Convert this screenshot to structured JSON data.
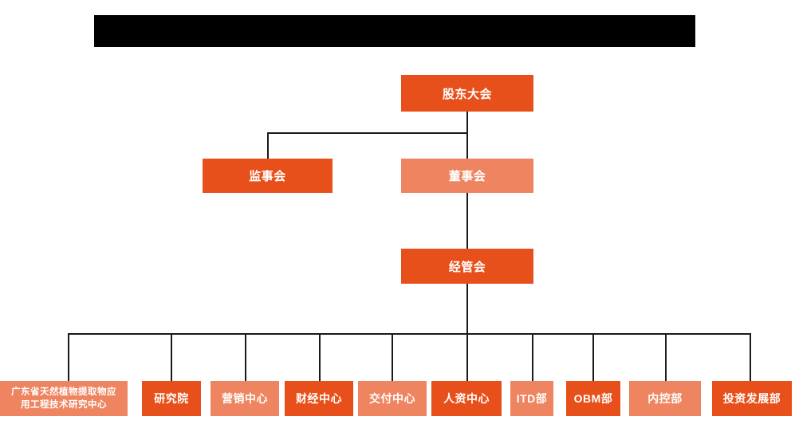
{
  "banner": {
    "text": "",
    "background": "#000000"
  },
  "colors": {
    "dark_orange": "#E8501B",
    "light_orange": "#EE8460",
    "line": "#1a1a1a",
    "background": "#ffffff",
    "text": "#ffffff"
  },
  "chart_data": {
    "type": "org-chart",
    "title": "",
    "orientation": "top-down",
    "levels": 4
  },
  "nodes": {
    "shareholders_meeting": {
      "label": "股东大会",
      "tone": "dark"
    },
    "board_of_supervisors": {
      "label": "监事会",
      "tone": "dark"
    },
    "board_of_directors": {
      "label": "董事会",
      "tone": "light"
    },
    "management_committee": {
      "label": "经管会",
      "tone": "dark"
    }
  },
  "departments": [
    {
      "label": "广东省天然植物提取物应用工程技术研究中心",
      "line1": "广东省天然植物提取物应",
      "line2": "用工程技术研究中心",
      "tone": "light"
    },
    {
      "label": "研究院",
      "tone": "dark"
    },
    {
      "label": "营销中心",
      "tone": "light"
    },
    {
      "label": "财经中心",
      "tone": "dark"
    },
    {
      "label": "交付中心",
      "tone": "light"
    },
    {
      "label": "人资中心",
      "tone": "dark"
    },
    {
      "label": "ITD部",
      "tone": "light"
    },
    {
      "label": "OBM部",
      "tone": "dark"
    },
    {
      "label": "内控部",
      "tone": "light"
    },
    {
      "label": "投资发展部",
      "tone": "dark"
    }
  ]
}
